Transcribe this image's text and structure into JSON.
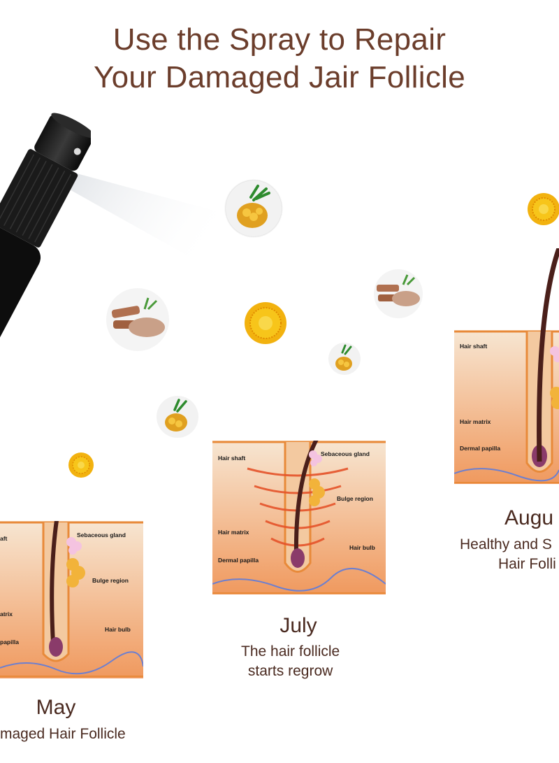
{
  "title": {
    "line1": "Use the Spray  to Repair",
    "line2": "Your Damaged Jair Follicle"
  },
  "colors": {
    "title": "#6b3d2b",
    "skin_top": "#f6e0c8",
    "skin_bottom": "#f0a070",
    "hair": "#4a1f1a",
    "border": "#e88a3a"
  },
  "diagrams": {
    "may": {
      "labels": {
        "hair_shaft": "aft",
        "sebaceous_gland": "Sebaceous gland",
        "bulge_region": "Bulge region",
        "hair_matrix": "atrix",
        "hair_bulb": "Hair bulb",
        "dermal_papilla": "papilla"
      },
      "month": "May",
      "caption": [
        "maged Hair Follicle"
      ]
    },
    "july": {
      "labels": {
        "hair_shaft": "Hair shaft",
        "sebaceous_gland": "Sebaceous gland",
        "bulge_region": "Bulge region",
        "hair_matrix": "Hair matrix",
        "hair_bulb": "Hair bulb",
        "dermal_papilla": "Dermal papilla"
      },
      "month": "July",
      "caption": [
        "The hair follicle",
        "starts regrow"
      ]
    },
    "august": {
      "labels": {
        "hair_shaft": "Hair shaft",
        "hair_matrix": "Hair matrix",
        "dermal_papilla": "Dermal papilla"
      },
      "month": "Augu",
      "caption": [
        "Healthy and S",
        "Hair Folli"
      ]
    }
  },
  "icons": [
    "spray-bottle-icon",
    "capsule-spoon-icon",
    "sandalwood-powder-icon",
    "dandelion-flower-icon"
  ]
}
